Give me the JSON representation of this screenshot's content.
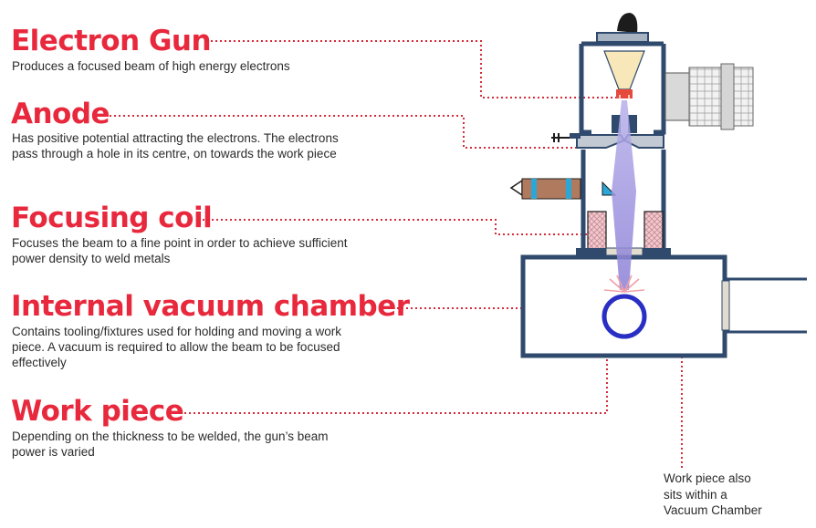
{
  "labels": [
    {
      "id": "electron-gun",
      "title": "Electron Gun",
      "description": "Produces a focused beam of high energy electrons"
    },
    {
      "id": "anode",
      "title": "Anode",
      "description_lines": [
        "Has positive potential attracting the electrons. The electrons",
        "pass through a hole in its centre, on towards the work piece"
      ]
    },
    {
      "id": "focusing-coil",
      "title": "Focusing coil",
      "description_lines": [
        "Focuses the beam to a fine point in order to achieve sufficient",
        "power density to weld metals"
      ]
    },
    {
      "id": "vacuum-chamber",
      "title": "Internal vacuum chamber",
      "description_lines": [
        "Contains tooling/fixtures used for holding and moving a work",
        "piece. A vacuum is required to allow the beam to be focused",
        "effectively"
      ]
    },
    {
      "id": "work-piece",
      "title": "Work piece",
      "description_lines": [
        "Depending on the thickness to be welded, the gun’s beam",
        "power is varied"
      ]
    }
  ],
  "note_lines": [
    "Work piece also",
    "sits within a",
    "Vacuum Chamber"
  ],
  "colors": {
    "heading": "#e8283c",
    "leader": "#d62b3a",
    "frame": "#2f4a6d",
    "beam": "#8f86d8",
    "workpiece_ring": "#2a2fc4",
    "coil": "#f0c9cf",
    "cathode": "#f8e7b8"
  }
}
